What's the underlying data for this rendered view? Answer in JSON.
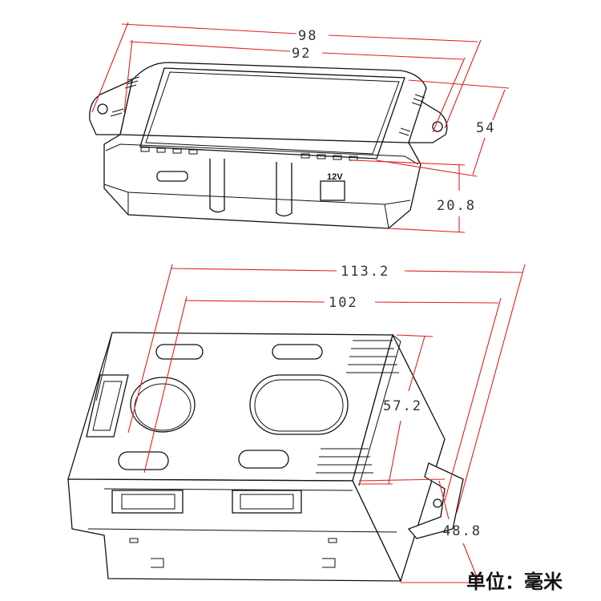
{
  "labels": {
    "top_width_outer": "98",
    "top_width_inner": "92",
    "top_height": "54",
    "top_depth": "20.8",
    "voltage_label": "12V",
    "bottom_width_outer": "113.2",
    "bottom_width_inner": "102",
    "bottom_height": "57.2",
    "bottom_depth": "48.8",
    "unit": "单位：毫米"
  },
  "colors": {
    "dimension_line": "#e02020",
    "outline": "#111111"
  }
}
